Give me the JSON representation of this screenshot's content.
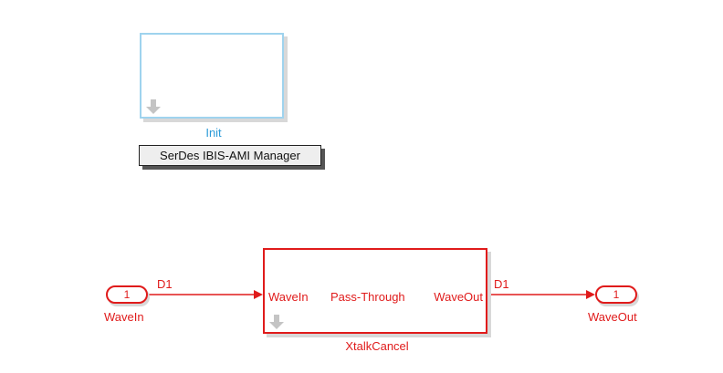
{
  "init": {
    "label": "Init"
  },
  "manager": {
    "button_label": "SerDes IBIS-AMI Manager"
  },
  "inport": {
    "number": "1",
    "name": "WaveIn"
  },
  "outport": {
    "number": "1",
    "name": "WaveOut"
  },
  "signals": {
    "input_label": "D1",
    "output_label": "D1"
  },
  "xtalk": {
    "name": "XtalkCancel",
    "in_port_label": "WaveIn",
    "mode_label": "Pass-Through",
    "out_port_label": "WaveOut"
  },
  "colors": {
    "signal": "#e01b1b",
    "init_border": "#9fd3ee",
    "init_text": "#2a9ad8"
  }
}
